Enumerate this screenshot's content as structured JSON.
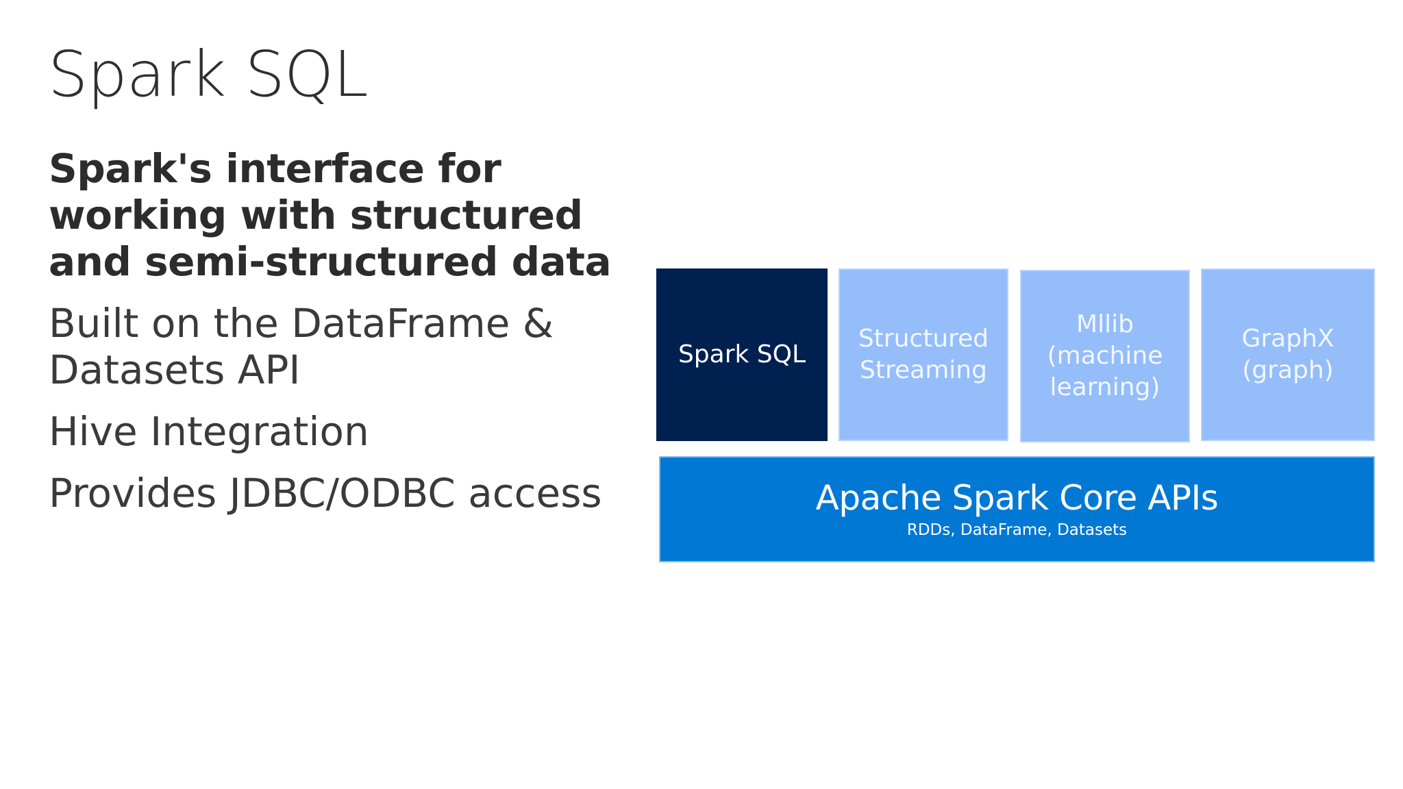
{
  "slide": {
    "title": "Spark SQL",
    "bullets": [
      "Spark's interface for working with structured and semi-structured data",
      "Built on the DataFrame & Datasets API",
      "Hive Integration",
      "Provides JDBC/ODBC access"
    ]
  },
  "diagram": {
    "components": [
      "Spark SQL",
      "Structured\nStreaming",
      "Mllib\n(machine\nlearning)",
      "GraphX\n(graph)"
    ],
    "core": {
      "title": "Apache Spark Core APIs",
      "subtitle": "RDDs, DataFrame, Datasets"
    },
    "colors": {
      "highlight": "#002050",
      "component": "#94bdfa",
      "core": "#0078d4"
    }
  }
}
